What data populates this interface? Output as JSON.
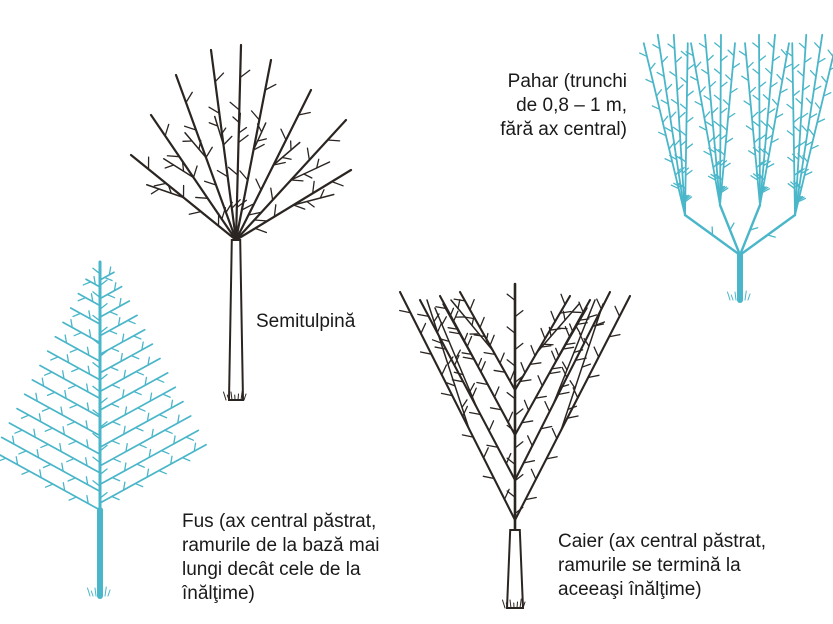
{
  "colors": {
    "dark_tree": "#2b2522",
    "blue_tree": "#4ab6c9",
    "text": "#1a1a1a"
  },
  "labels": {
    "semitulpina": [
      "Semitulpină"
    ],
    "pahar": [
      "Pahar (trunchi",
      "de 0,8 – 1 m,",
      "fără ax central)"
    ],
    "fus": [
      "Fus (ax central păstrat,",
      "ramurile de la bază mai",
      "lungi decât cele de la",
      "înălţime)"
    ],
    "caier": [
      "Caier (ax central păstrat,",
      "ramurile se termină la",
      "aceeaşi înălţime)"
    ]
  }
}
